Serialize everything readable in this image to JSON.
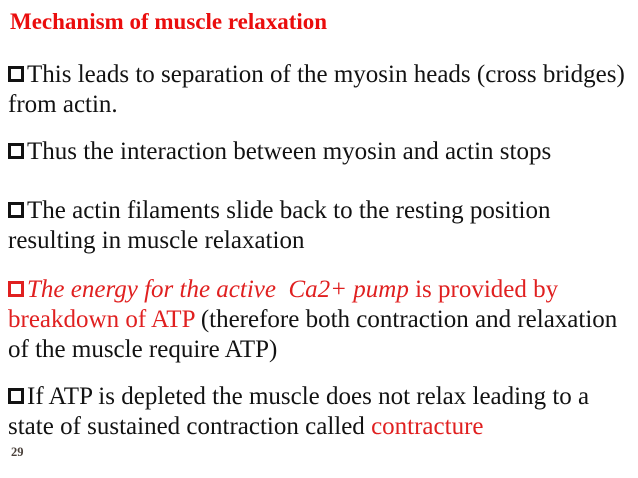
{
  "slide": {
    "title": "Mechanism of muscle relaxation",
    "page_number": "29",
    "bullet_icon": "hollow-square-bullet",
    "colors": {
      "title_red": "#ea0d0d",
      "body_red": "#e02020",
      "text_black": "#121212",
      "page_number": "#4a413b",
      "background": "#ffffff"
    },
    "bullets": [
      {
        "lines": [
          {
            "runs": [
              {
                "text": "This leads to separation of the myosin heads (cross bridges)",
                "style": "black"
              }
            ]
          },
          {
            "runs": [
              {
                "text": "from actin.",
                "style": "black"
              }
            ]
          }
        ]
      },
      {
        "lines": [
          {
            "runs": [
              {
                "text": "Thus the interaction between myosin and actin stops",
                "style": "black"
              }
            ]
          }
        ]
      },
      {
        "lines": [
          {
            "runs": [
              {
                "text": "The actin filaments slide back to the resting position",
                "style": "black"
              }
            ]
          },
          {
            "runs": [
              {
                "text": "resulting in muscle relaxation",
                "style": "black"
              }
            ]
          }
        ]
      },
      {
        "lines": [
          {
            "runs": [
              {
                "text": "The energy for the active  Ca2+ pump",
                "style": "red-italic"
              },
              {
                "text": " is provided by",
                "style": "red"
              }
            ]
          },
          {
            "runs": [
              {
                "text": "breakdown of ATP ",
                "style": "red"
              },
              {
                "text": "(therefore both contraction and relaxation",
                "style": "black"
              }
            ]
          },
          {
            "runs": [
              {
                "text": "of the muscle require ATP)",
                "style": "black"
              }
            ]
          }
        ]
      },
      {
        "lines": [
          {
            "runs": [
              {
                "text": "If ATP is depleted the muscle does not relax leading to a",
                "style": "black"
              }
            ]
          },
          {
            "runs": [
              {
                "text": "state of sustained contraction called ",
                "style": "black"
              },
              {
                "text": "contracture",
                "style": "red"
              }
            ]
          }
        ]
      }
    ]
  }
}
